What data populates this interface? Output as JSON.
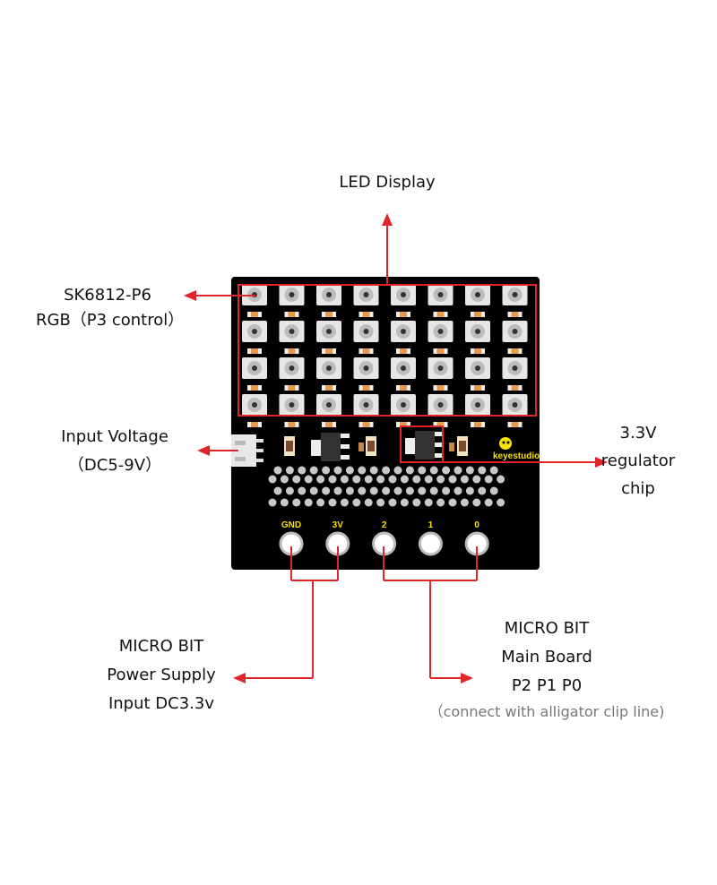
{
  "labels": {
    "led_display": "LED Display",
    "sk6812_line1": "SK6812-P6",
    "sk6812_line2": "RGB（P3 control）",
    "input_voltage_line1": "Input  Voltage",
    "input_voltage_line2": "（DC5-9V）",
    "regulator_line1": "3.3V",
    "regulator_line2": "regulator",
    "regulator_line3": "chip",
    "power_line1": "MICRO BIT",
    "power_line2": "Power Supply",
    "power_line3": "Input DC3.3v",
    "main_line1": "MICRO BIT",
    "main_line2": "Main Board",
    "main_line3": "P2 P1 P0",
    "main_note": "（connect with alligator clip line)"
  },
  "board": {
    "brand": "keyestudio",
    "pins": [
      "GND",
      "3V",
      "2",
      "1",
      "0"
    ],
    "led_rows": 4,
    "led_cols": 8
  },
  "colors": {
    "board": "#000000",
    "accent": "#e0262b",
    "silk": "#f5e000"
  }
}
